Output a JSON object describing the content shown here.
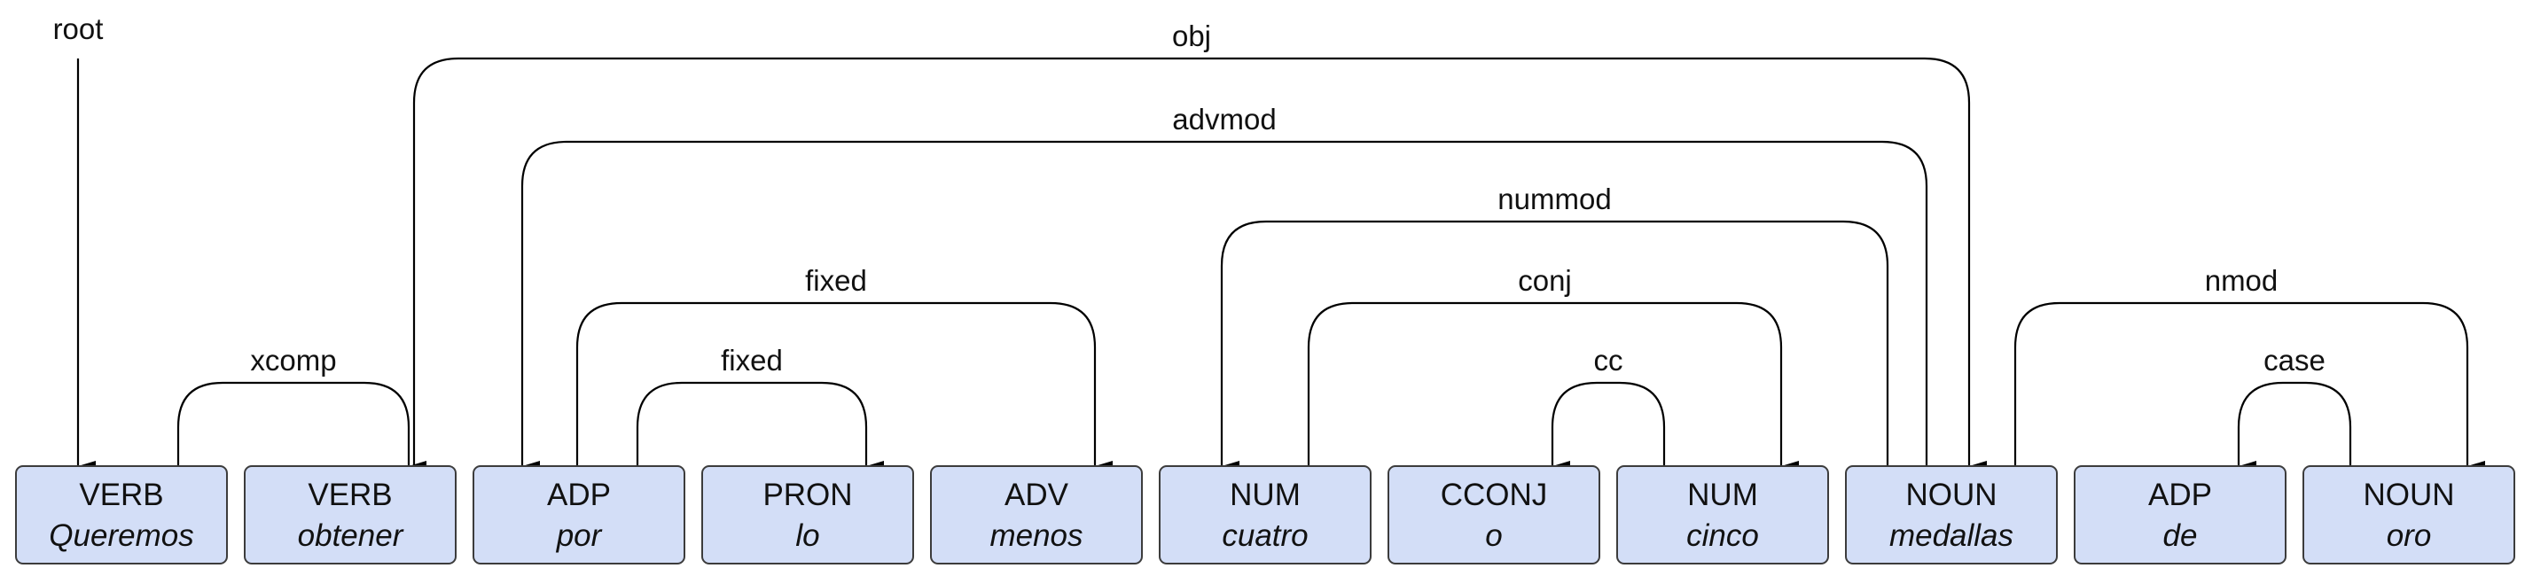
{
  "root_label": "root",
  "tokens": [
    {
      "pos": "VERB",
      "word": "Queremos"
    },
    {
      "pos": "VERB",
      "word": "obtener"
    },
    {
      "pos": "ADP",
      "word": "por"
    },
    {
      "pos": "PRON",
      "word": "lo"
    },
    {
      "pos": "ADV",
      "word": "menos"
    },
    {
      "pos": "NUM",
      "word": "cuatro"
    },
    {
      "pos": "CCONJ",
      "word": "o"
    },
    {
      "pos": "NUM",
      "word": "cinco"
    },
    {
      "pos": "NOUN",
      "word": "medallas"
    },
    {
      "pos": "ADP",
      "word": "de"
    },
    {
      "pos": "NOUN",
      "word": "oro"
    }
  ],
  "arcs": [
    {
      "head": 0,
      "dep": 1,
      "label": "xcomp"
    },
    {
      "head": 2,
      "dep": 3,
      "label": "fixed"
    },
    {
      "head": 7,
      "dep": 6,
      "label": "cc"
    },
    {
      "head": 10,
      "dep": 9,
      "label": "case"
    },
    {
      "head": 2,
      "dep": 4,
      "label": "fixed"
    },
    {
      "head": 5,
      "dep": 7,
      "label": "conj"
    },
    {
      "head": 8,
      "dep": 10,
      "label": "nmod"
    },
    {
      "head": 8,
      "dep": 5,
      "label": "nummod"
    },
    {
      "head": 8,
      "dep": 2,
      "label": "advmod"
    },
    {
      "head": 1,
      "dep": 8,
      "label": "obj"
    }
  ],
  "root_token": 0,
  "colors": {
    "box_fill": "#d3def7",
    "box_stroke": "#3c3c3c",
    "line": "#000000"
  }
}
